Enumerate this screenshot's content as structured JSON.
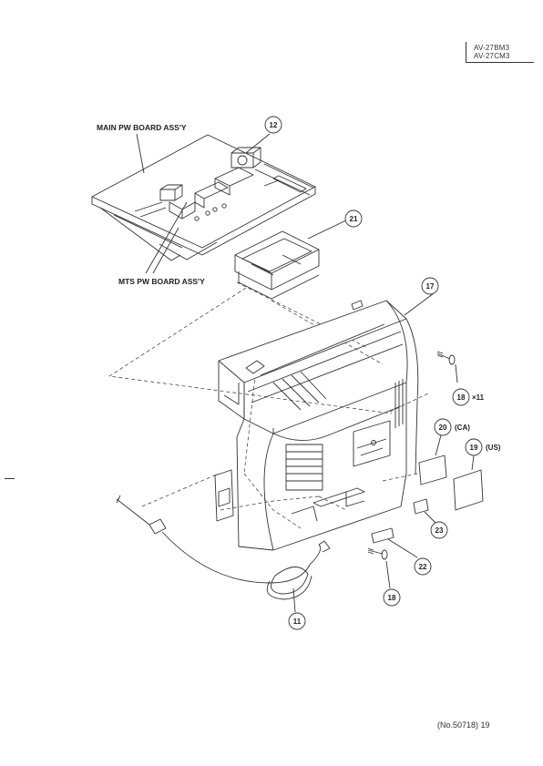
{
  "header": {
    "model_1": "AV-27BM3",
    "model_2": "AV-27CM3"
  },
  "labels": {
    "main_board": "MAIN PW BOARD ASS'Y",
    "mts_board": "MTS PW BOARD ASS'Y"
  },
  "callouts": {
    "c12": "12",
    "c21": "21",
    "c17": "17",
    "c18a": "18",
    "c18a_qty": "×11",
    "c20": "20",
    "c20_region": "(CA)",
    "c19": "19",
    "c19_region": "(US)",
    "c23": "23",
    "c22": "22",
    "c18b": "18",
    "c11": "11"
  },
  "footer": {
    "page_ref": "(No.50718) 19"
  }
}
